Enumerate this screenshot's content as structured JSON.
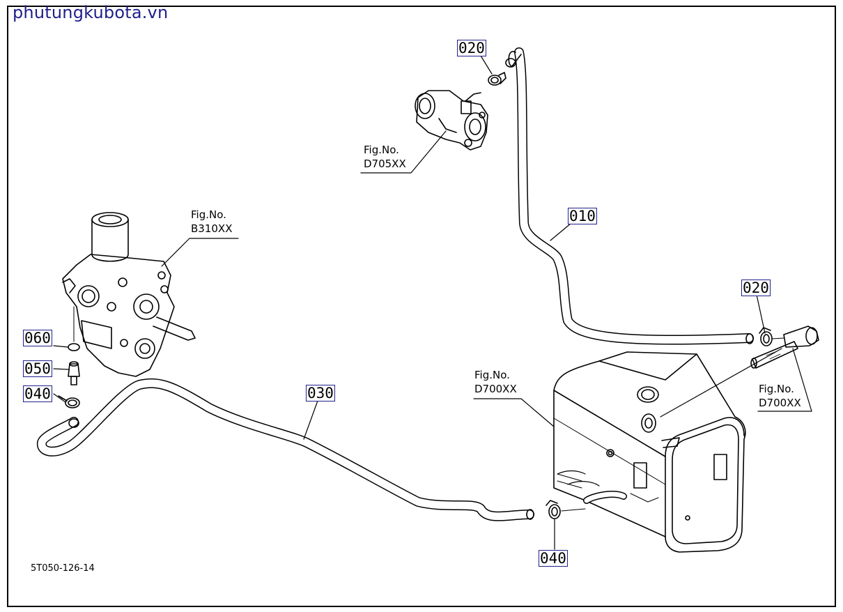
{
  "watermark": "phutungkubota.vn",
  "diagram_code": "5T050-126-14",
  "parts": {
    "p020_top": "020",
    "p010": "010",
    "p020_right": "020",
    "p060": "060",
    "p050": "050",
    "p040_left": "040",
    "p030": "030",
    "p040_bottom": "040"
  },
  "fig_refs": {
    "pump": {
      "line1": "Fig.No.",
      "line2": "D705XX"
    },
    "injection": {
      "line1": "Fig.No.",
      "line2": "B310XX"
    },
    "tank": {
      "line1": "Fig.No.",
      "line2": "D700XX"
    },
    "strainer": {
      "line1": "Fig.No.",
      "line2": "D700XX"
    }
  }
}
